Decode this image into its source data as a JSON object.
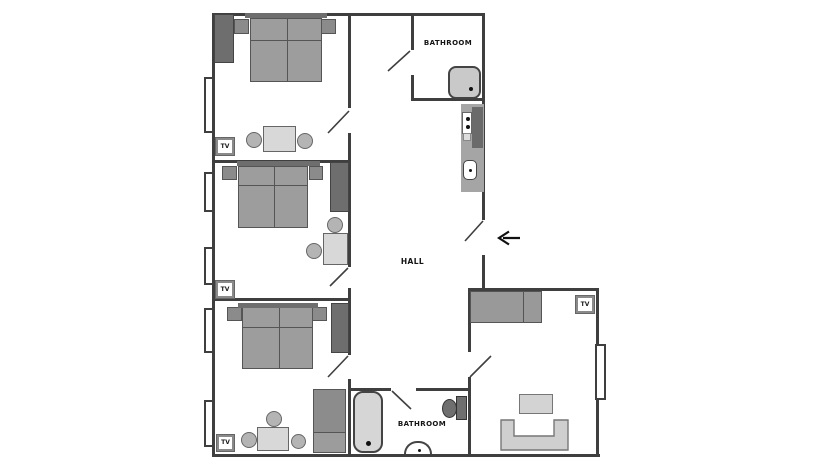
{
  "plan": {
    "type": "apartment-floor-plan",
    "labels": {
      "hall": "HALL",
      "bathroom_top": "BATHROOM",
      "bathroom_bottom": "BATHROOM",
      "tv": "TV"
    },
    "rooms": [
      {
        "id": "bedroom-1",
        "furniture": [
          "double-bed",
          "headboard",
          "nightstand",
          "nightstand",
          "wardrobe",
          "dining-table",
          "chair",
          "chair",
          "tv-box",
          "window",
          "door"
        ]
      },
      {
        "id": "bedroom-2",
        "furniture": [
          "double-bed",
          "headboard",
          "nightstand",
          "nightstand",
          "wardrobe",
          "dining-table",
          "chair",
          "chair",
          "tv-box",
          "window",
          "window",
          "door"
        ]
      },
      {
        "id": "bedroom-3",
        "furniture": [
          "double-bed",
          "headboard",
          "nightstand",
          "nightstand",
          "wardrobe",
          "tall-cabinet",
          "dining-table",
          "chair",
          "chair",
          "chair",
          "tv-box",
          "window",
          "window",
          "door"
        ]
      },
      {
        "id": "bathroom-top",
        "furniture": [
          "shower",
          "door"
        ]
      },
      {
        "id": "kitchen-niche",
        "furniture": [
          "counter",
          "stove",
          "sink"
        ]
      },
      {
        "id": "hall",
        "furniture": [
          "entrance-door",
          "entrance-arrow"
        ]
      },
      {
        "id": "bathroom-bottom",
        "furniture": [
          "bathtub",
          "sink",
          "toilet",
          "door"
        ]
      },
      {
        "id": "living-room",
        "furniture": [
          "daybed-sofa",
          "tv-box",
          "coffee-table",
          "corner-sofa",
          "window",
          "door"
        ]
      }
    ],
    "colors": {
      "walls": "#3f3f3f",
      "furniture_dark": "#6e6e6e",
      "furniture_mid": "#9d9d9d",
      "furniture_light": "#d8d8d8",
      "background": "#ffffff"
    }
  }
}
